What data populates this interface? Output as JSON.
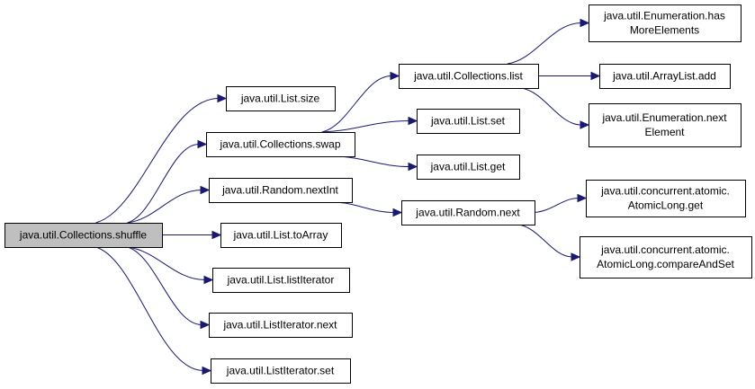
{
  "diagram": {
    "nodes": [
      {
        "id": "shuffle",
        "lines": [
          "java.util.Collections.shuffle"
        ],
        "root": true
      },
      {
        "id": "list_size",
        "lines": [
          "java.util.List.size"
        ]
      },
      {
        "id": "coll_swap",
        "lines": [
          "java.util.Collections.swap"
        ]
      },
      {
        "id": "random_nextint",
        "lines": [
          "java.util.Random.nextInt"
        ]
      },
      {
        "id": "list_toarray",
        "lines": [
          "java.util.List.toArray"
        ]
      },
      {
        "id": "list_listiterator",
        "lines": [
          "java.util.List.listIterator"
        ]
      },
      {
        "id": "listiterator_next",
        "lines": [
          "java.util.ListIterator.next"
        ]
      },
      {
        "id": "listiterator_set",
        "lines": [
          "java.util.ListIterator.set"
        ]
      },
      {
        "id": "coll_list",
        "lines": [
          "java.util.Collections.list"
        ]
      },
      {
        "id": "list_set",
        "lines": [
          "java.util.List.set"
        ]
      },
      {
        "id": "list_get",
        "lines": [
          "java.util.List.get"
        ]
      },
      {
        "id": "random_next",
        "lines": [
          "java.util.Random.next"
        ]
      },
      {
        "id": "enum_hasmore",
        "lines": [
          "java.util.Enumeration.has",
          "MoreElements"
        ]
      },
      {
        "id": "arraylist_add",
        "lines": [
          "java.util.ArrayList.add"
        ]
      },
      {
        "id": "enum_next",
        "lines": [
          "java.util.Enumeration.next",
          "Element"
        ]
      },
      {
        "id": "atomic_get",
        "lines": [
          "java.util.concurrent.atomic.",
          "AtomicLong.get"
        ]
      },
      {
        "id": "atomic_cas",
        "lines": [
          "java.util.concurrent.atomic.",
          "AtomicLong.compareAndSet"
        ]
      }
    ],
    "edges": [
      {
        "from": "shuffle",
        "to": "list_size"
      },
      {
        "from": "shuffle",
        "to": "coll_swap"
      },
      {
        "from": "shuffle",
        "to": "random_nextint"
      },
      {
        "from": "shuffle",
        "to": "list_toarray"
      },
      {
        "from": "shuffle",
        "to": "list_listiterator"
      },
      {
        "from": "shuffle",
        "to": "listiterator_next"
      },
      {
        "from": "shuffle",
        "to": "listiterator_set"
      },
      {
        "from": "coll_swap",
        "to": "coll_list"
      },
      {
        "from": "coll_swap",
        "to": "list_set"
      },
      {
        "from": "coll_swap",
        "to": "list_get"
      },
      {
        "from": "random_nextint",
        "to": "random_next"
      },
      {
        "from": "coll_list",
        "to": "enum_hasmore"
      },
      {
        "from": "coll_list",
        "to": "arraylist_add"
      },
      {
        "from": "coll_list",
        "to": "enum_next"
      },
      {
        "from": "random_next",
        "to": "atomic_get"
      },
      {
        "from": "random_next",
        "to": "atomic_cas"
      }
    ],
    "colors": {
      "edge": "#191970",
      "root_fill": "#bfbfbf",
      "node_fill": "#ffffff",
      "border": "#000000"
    }
  }
}
